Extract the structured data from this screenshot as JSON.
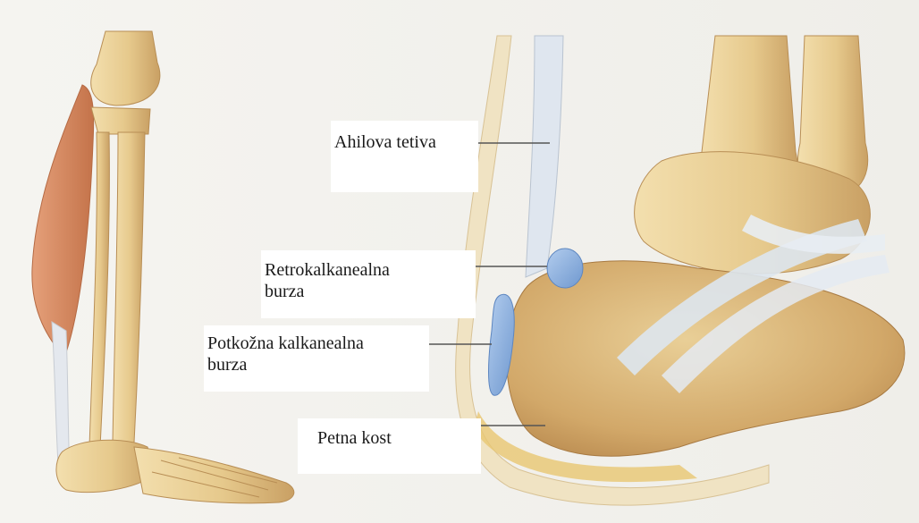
{
  "labels": {
    "achilles_tendon": "Ahilova tetiva",
    "retrocalcaneal_bursa": {
      "line1": "Retrokalkanealna",
      "line2": "burza"
    },
    "subcutaneous_calcaneal_bursa": {
      "line1": "Potkožna kalkanealna",
      "line2": "burza"
    },
    "calcaneus": "Petna kost"
  },
  "colors": {
    "background": "#f4f3ef",
    "bone": "#e8cd90",
    "bone_shadow": "#c89a5a",
    "muscle": "#d48a5c",
    "tendon": "#dfe6ef",
    "bursa": "#8fb4e0",
    "leader_line": "#555555"
  }
}
